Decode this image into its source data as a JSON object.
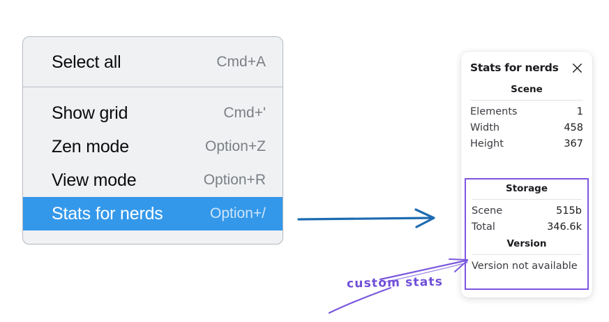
{
  "context_menu": {
    "groups": [
      {
        "name": "primary",
        "items": [
          {
            "label": "Select all",
            "shortcut": "Cmd+A",
            "selected": false
          }
        ]
      },
      {
        "name": "view",
        "items": [
          {
            "label": "Show grid",
            "shortcut": "Cmd+'",
            "selected": false
          },
          {
            "label": "Zen mode",
            "shortcut": "Option+Z",
            "selected": false
          },
          {
            "label": "View mode",
            "shortcut": "Option+R",
            "selected": false
          },
          {
            "label": "Stats for nerds",
            "shortcut": "Option+/",
            "selected": true
          }
        ]
      }
    ],
    "items_flat": [
      {
        "label": "Select all",
        "shortcut": "Cmd+A"
      },
      {
        "label": "Show grid",
        "shortcut": "Cmd+'"
      },
      {
        "label": "Zen mode",
        "shortcut": "Option+Z"
      },
      {
        "label": "View mode",
        "shortcut": "Option+R"
      },
      {
        "label": "Stats for nerds",
        "shortcut": "Option+/"
      }
    ],
    "highlight_color": "#3498ea",
    "background_color": "#f0f1f3"
  },
  "stats_panel": {
    "title": "Stats for nerds",
    "close_icon": "close-icon",
    "sections": [
      {
        "heading": "Scene",
        "rows": [
          {
            "key": "Elements",
            "value": "1"
          },
          {
            "key": "Width",
            "value": "458"
          },
          {
            "key": "Height",
            "value": "367"
          }
        ]
      },
      {
        "heading": "Storage",
        "rows": [
          {
            "key": "Scene",
            "value": "515b"
          },
          {
            "key": "Total",
            "value": "346.6k"
          }
        ]
      },
      {
        "heading": "Version",
        "rows": [],
        "note": "Version not available"
      }
    ]
  },
  "annotations": {
    "handwritten_label": "custom stats",
    "handwritten_color": "#6f4fd8",
    "blue_arrow_color": "#1d6bb0",
    "purple_region_color": "#7e54e0"
  }
}
